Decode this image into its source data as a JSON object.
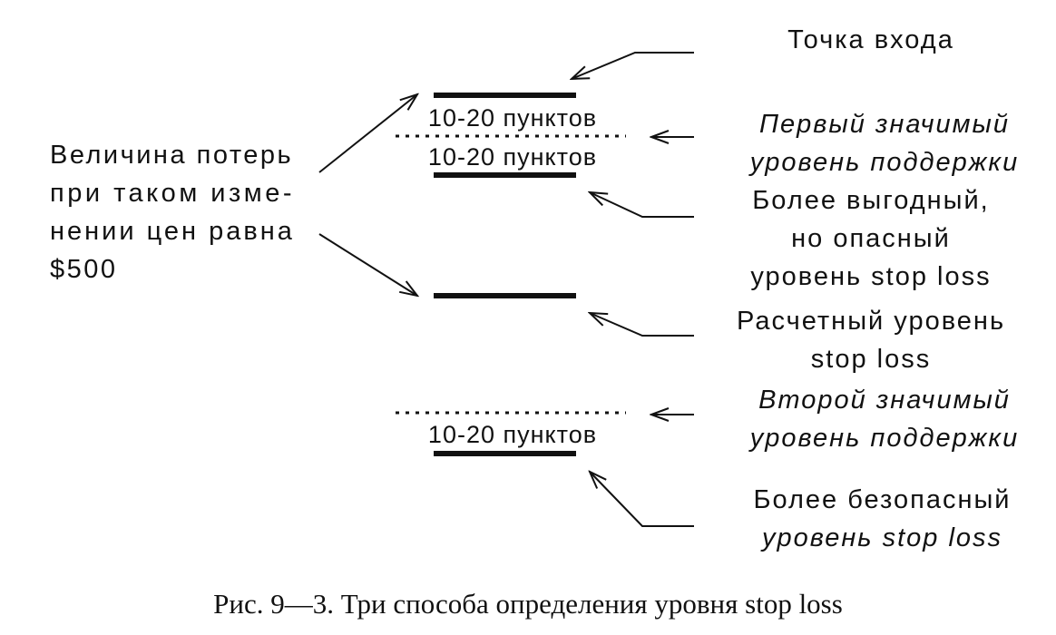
{
  "labels": {
    "entry_point": "Точка входа",
    "first_support": [
      "Первый значимый",
      "уровень поддержки"
    ],
    "profitable_stop": [
      "Более выгодный,",
      "но опасный",
      "уровень stop loss"
    ],
    "calculated_stop": [
      "Расчетный уровень",
      "stop loss"
    ],
    "second_support": [
      "Второй значимый",
      "уровень поддержки"
    ],
    "safer_stop": [
      "Более безопасный",
      "уровень stop loss"
    ],
    "loss_note": [
      "Величина потерь",
      "при таком изме-",
      "нении цен равна",
      "$500"
    ],
    "points": [
      "10-20 пунктов",
      "10-20 пунктов",
      "10-20 пунктов"
    ]
  },
  "caption": "Рис. 9—3.  Три способа определения уровня stop loss"
}
